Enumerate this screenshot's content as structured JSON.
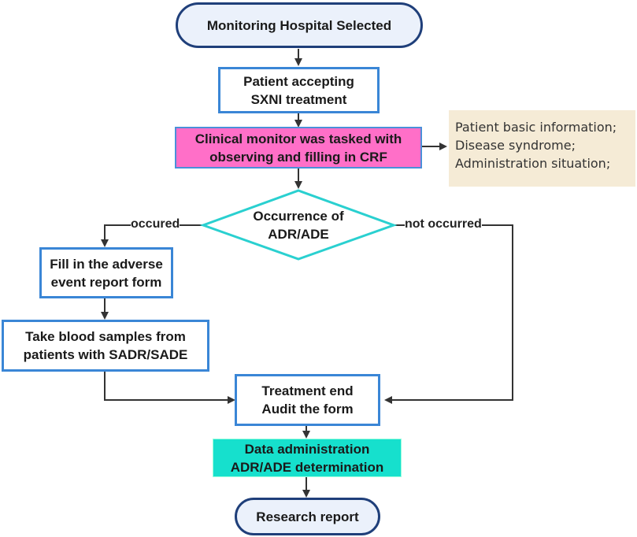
{
  "nodes": {
    "start": "Monitoring Hospital Selected",
    "patient": [
      "Patient accepting",
      "SXNI treatment"
    ],
    "monitor": [
      "Clinical monitor was tasked with",
      "observing and filling in CRF"
    ],
    "decision": [
      "Occurrence of",
      "ADR/ADE"
    ],
    "adverse_form": [
      "Fill in the adverse",
      "event report form"
    ],
    "blood": [
      "Take blood samples from",
      "patients with SADR/SADE"
    ],
    "treatment_end": [
      "Treatment end",
      "Audit the form"
    ],
    "data_admin": [
      "Data administration",
      "ADR/ADE determination"
    ],
    "report": "Research report"
  },
  "note": [
    "Patient basic information;",
    "Disease syndrome;",
    "Administration situation;"
  ],
  "edge_labels": {
    "occured": "occured",
    "not_occurred": "not occurred"
  },
  "colors": {
    "box_border": "#3a86d6",
    "pill_border": "#1f3f7a",
    "pink_fill": "#ff6fc8",
    "teal_fill": "#16e0cd",
    "diamond_border": "#2ad0d0",
    "note_fill": "#f5ebd6",
    "arrow": "#333333"
  }
}
